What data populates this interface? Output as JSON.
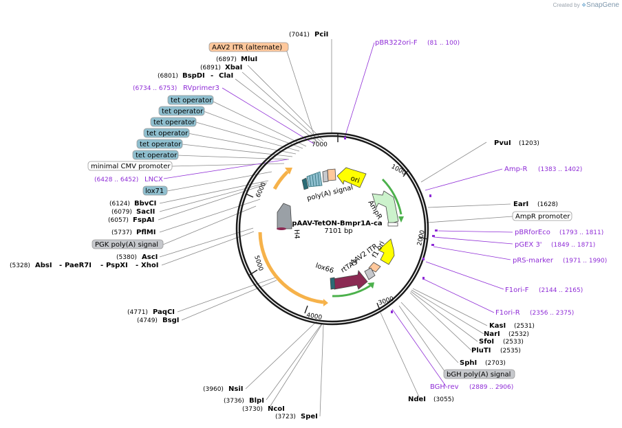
{
  "credit": {
    "prefix": "Created by",
    "brand": "SnapGene"
  },
  "plasmid": {
    "name": "pAAV-TetON-Bmpr1A-ca",
    "size": "7101 bp"
  },
  "ticks": [
    "1000",
    "2000",
    "3000",
    "4000",
    "5000",
    "6000",
    "7000"
  ],
  "enzymes_left": [
    {
      "pos": "(7041)",
      "name": "PciI"
    },
    {
      "pos": "(6897)",
      "name": "MluI"
    },
    {
      "pos": "(6891)",
      "name": "XbaI"
    },
    {
      "pos": "(6801)",
      "name": "BspDI"
    },
    {
      "name": "ClaI"
    },
    {
      "pos": "(6124)",
      "name": "BbvCI"
    },
    {
      "pos": "(6079)",
      "name": "SacII"
    },
    {
      "pos": "(6057)",
      "name": "FspAI"
    },
    {
      "pos": "(5737)",
      "name": "PflMI"
    },
    {
      "pos": "(5380)",
      "name": "AscI"
    },
    {
      "pos": "(5328)",
      "name": "AbsI"
    },
    {
      "name": "PaeR7I"
    },
    {
      "name": "PspXI"
    },
    {
      "name": "XhoI"
    },
    {
      "pos": "(4771)",
      "name": "PaqCI"
    },
    {
      "pos": "(4749)",
      "name": "BsgI"
    },
    {
      "pos": "(3960)",
      "name": "NsiI"
    },
    {
      "pos": "(3736)",
      "name": "BlpI"
    },
    {
      "pos": "(3730)",
      "name": "NcoI"
    },
    {
      "pos": "(3723)",
      "name": "SpeI"
    }
  ],
  "enzymes_right": [
    {
      "name": "PvuI",
      "pos": "(1203)"
    },
    {
      "name": "EarI",
      "pos": "(1628)"
    },
    {
      "name": "KasI",
      "pos": "(2531)"
    },
    {
      "name": "NarI",
      "pos": "(2532)"
    },
    {
      "name": "SfoI",
      "pos": "(2533)"
    },
    {
      "name": "PluTI",
      "pos": "(2535)"
    },
    {
      "name": "SphI",
      "pos": "(2703)"
    },
    {
      "name": "NdeI",
      "pos": "(3055)"
    }
  ],
  "primers": [
    {
      "name": "pBR322ori-F",
      "range": "(81 .. 100)"
    },
    {
      "name": "Amp-R",
      "range": "(1383 .. 1402)"
    },
    {
      "name": "pBRforEco",
      "range": "(1793 .. 1811)"
    },
    {
      "name": "pGEX 3'",
      "range": "(1849 .. 1871)"
    },
    {
      "name": "pRS-marker",
      "range": "(1971 .. 1990)"
    },
    {
      "name": "F1ori-F",
      "range": "(2144 .. 2165)"
    },
    {
      "name": "F1ori-R",
      "range": "(2356 .. 2375)"
    },
    {
      "name": "BGH-rev",
      "range": "(2889 .. 2906)"
    },
    {
      "name": "RVprimer3",
      "range": "(6734 .. 6753)"
    },
    {
      "name": "LNCX",
      "range": "(6428 .. 6452)"
    }
  ],
  "feature_boxes": [
    "AAV2 ITR (alternate)",
    "tet operator",
    "tet operator",
    "tet operator",
    "tet operator",
    "tet operator",
    "tet operator",
    "minimal CMV promoter",
    "lox71",
    "PGK poly(A) signal",
    "AmpR promoter",
    "bGH poly(A) signal"
  ],
  "inner_labels": {
    "ori": "ori",
    "ampr": "AmpR",
    "f1ori": "f1 ori",
    "aav2itr": "AAV2 ITR",
    "rtta3": "rtTA3",
    "lox66": "lox66",
    "polya": "poly(A) signal",
    "h4": "H4"
  },
  "colors": {
    "primer": "#8e2bd6",
    "itr": "#ffc89c",
    "tetop": "#8fbfcf",
    "gray": "#c6c8cc",
    "ori": "#ffff00",
    "ampr": "#ccf2cc",
    "rtta3": "#8b2a53",
    "orange": "#f6b24a",
    "green": "#4cb14c"
  }
}
